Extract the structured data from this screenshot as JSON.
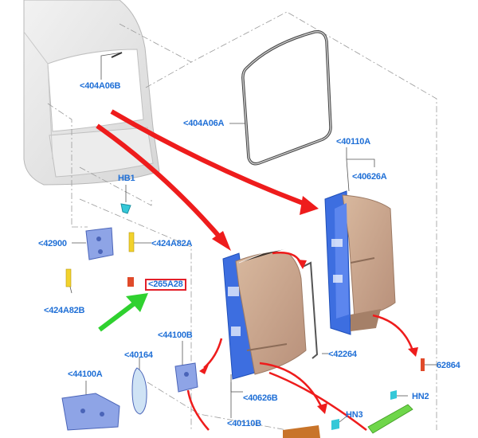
{
  "labels": {
    "l404A06B": "<404A06B",
    "l404A06A": "<404A06A",
    "l40110A": "<40110A",
    "l40626A": "<40626A",
    "lHB1": "HB1",
    "l42900": "<42900",
    "l424A82A": "<424A82A",
    "l265A28": "<265A28",
    "l424A82B": "<424A82B",
    "l44100B": "<44100B",
    "l40164": "<40164",
    "l42264": "<42264",
    "l62864": "62864",
    "l44100A": "<44100A",
    "l40626B": "<40626B",
    "l40110B": "<40110B",
    "lHN2": "HN2",
    "lHN3": "HN3"
  },
  "colors": {
    "callout": "#1f6fd6",
    "highlight_box": "#e2202a",
    "arrow_red": "#ee1c1c",
    "arrow_green": "#2fd12f",
    "door_panel": "#c8a68c",
    "door_frame": "#3d6ee0",
    "bracket": "#8ea4e6"
  }
}
